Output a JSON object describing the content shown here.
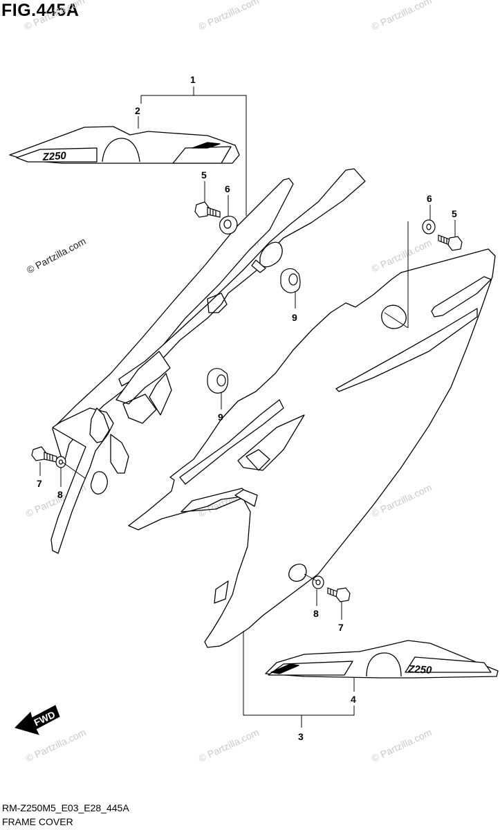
{
  "figure": {
    "title": "FIG.445A",
    "diagram_code": "RM-Z250M5_E03_E28_445A",
    "section_name": "FRAME COVER"
  },
  "watermark": {
    "text": "© Partzilla.com",
    "color": "#c9c9c9"
  },
  "callouts": {
    "c1": "1",
    "c2": "2",
    "c3": "3",
    "c4": "4",
    "c5a": "5",
    "c6a": "6",
    "c5b": "5",
    "c6b": "6",
    "c7a": "7",
    "c8a": "8",
    "c7b": "7",
    "c8b": "8",
    "c9a": "9",
    "c9b": "9"
  },
  "badges": {
    "left_cover": "Z250",
    "right_cover": "Z250"
  },
  "direction_indicator": {
    "label": "FWD",
    "icon": "fwd-arrow-icon"
  }
}
